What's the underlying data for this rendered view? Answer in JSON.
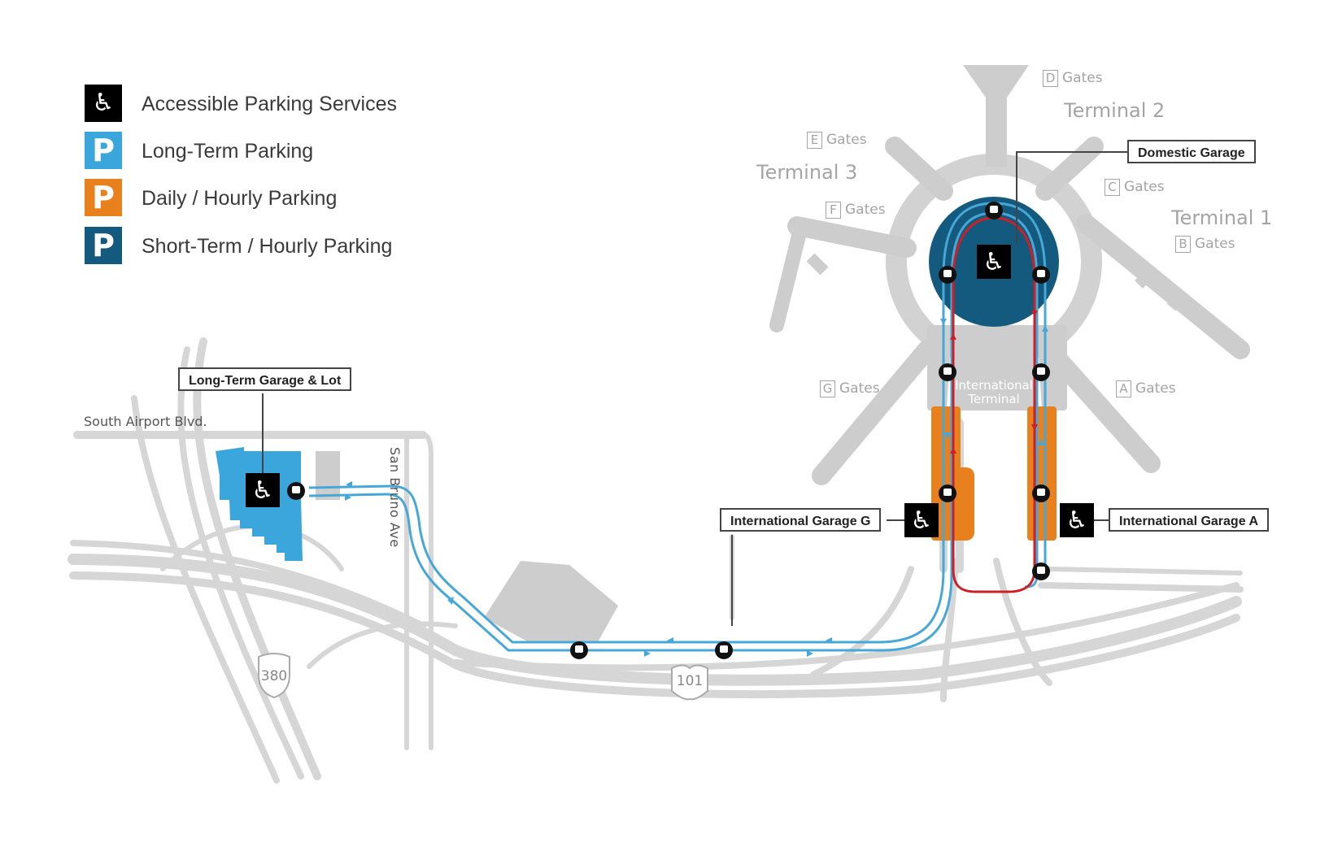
{
  "legend": [
    {
      "label": "Accessible Parking Services",
      "symbol": "wheelchair-icon",
      "color": "#000000"
    },
    {
      "label": "Long-Term Parking",
      "symbol": "P",
      "color": "#3aa6dc"
    },
    {
      "label": "Daily / Hourly Parking",
      "symbol": "P",
      "color": "#e8801e"
    },
    {
      "label": "Short-Term / Hourly Parking",
      "symbol": "P",
      "color": "#145a7e"
    }
  ],
  "terminals": {
    "terminal_1": "Terminal 1",
    "terminal_2": "Terminal 2",
    "terminal_3": "Terminal 3",
    "international": [
      "International",
      "Terminal"
    ]
  },
  "gates": {
    "a": {
      "letter": "A",
      "text": "Gates"
    },
    "b": {
      "letter": "B",
      "text": "Gates"
    },
    "c": {
      "letter": "C",
      "text": "Gates"
    },
    "d": {
      "letter": "D",
      "text": "Gates"
    },
    "e": {
      "letter": "E",
      "text": "Gates"
    },
    "f": {
      "letter": "F",
      "text": "Gates"
    },
    "g": {
      "letter": "G",
      "text": "Gates"
    }
  },
  "garages": {
    "domestic": "Domestic Garage",
    "long_term": "Long-Term Garage & Lot",
    "intl_g": "International Garage G",
    "intl_a": "International Garage A"
  },
  "roads": {
    "south_airport": "South Airport Blvd.",
    "san_bruno": "San Bruno Ave",
    "i380": "380",
    "us101": "101"
  },
  "colors": {
    "airtrain_blue": "#47a8d8",
    "airtrain_red": "#cc1f26",
    "road_gray": "#d4d4d4",
    "building_gray": "#c8c8c8",
    "long_term": "#3aa6dc",
    "daily": "#e8801e",
    "short_term": "#145a7e"
  }
}
